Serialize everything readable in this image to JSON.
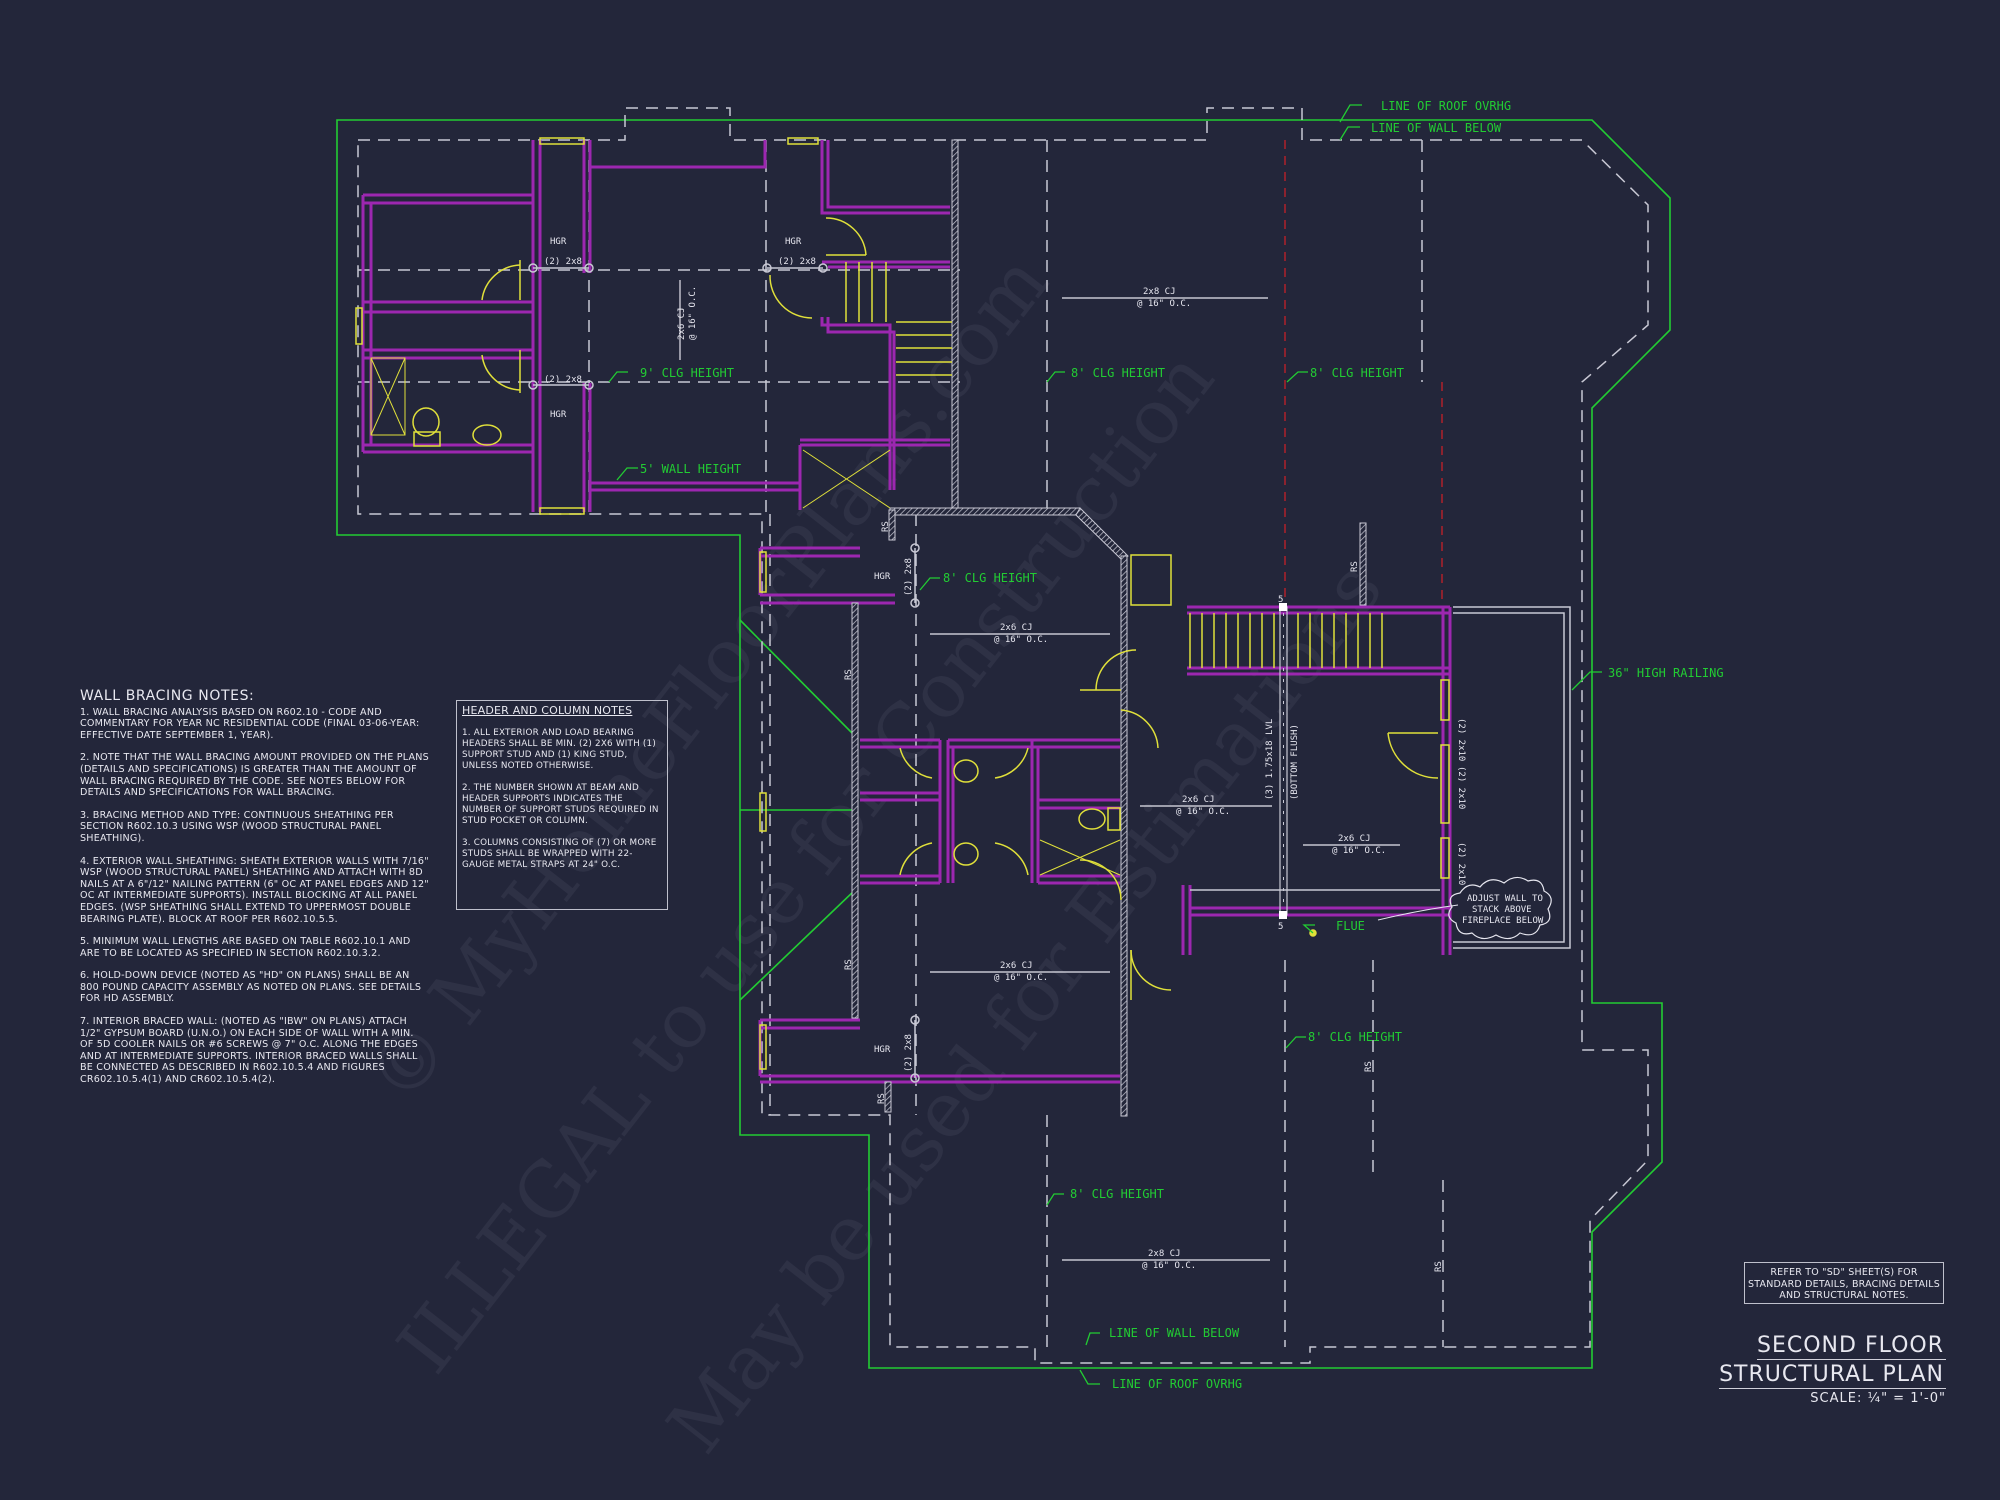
{
  "sheet": {
    "title_line1": "SECOND FLOOR",
    "title_line2": "STRUCTURAL PLAN",
    "scale": "SCALE: ¼\" = 1'-0\"",
    "background_color": "#23263a",
    "colors": {
      "walls": "#9c27b0",
      "fixtures": "#e0e03a",
      "annotations": "#22cc33",
      "dashed_lines": "#c8c8d4",
      "ridge_lines": "#b0202a"
    }
  },
  "refer_note": "REFER TO \"SD\" SHEET(S) FOR STANDARD DETAILS, BRACING DETAILS AND STRUCTURAL NOTES.",
  "wall_bracing_notes": {
    "title": "WALL BRACING NOTES:",
    "items": [
      "1. WALL BRACING ANALYSIS BASED ON R602.10 - CODE AND COMMENTARY FOR YEAR NC RESIDENTIAL CODE (FINAL 03-06-YEAR: EFFECTIVE DATE SEPTEMBER 1, YEAR).",
      "2. NOTE THAT THE WALL BRACING AMOUNT PROVIDED ON THE PLANS (DETAILS AND SPECIFICATIONS) IS GREATER THAN THE AMOUNT OF WALL BRACING REQUIRED BY THE CODE. SEE NOTES BELOW FOR DETAILS AND SPECIFICATIONS FOR WALL BRACING.",
      "3. BRACING METHOD AND TYPE: CONTINUOUS SHEATHING PER SECTION R602.10.3 USING WSP (WOOD STRUCTURAL PANEL SHEATHING).",
      "4. EXTERIOR WALL SHEATHING: SHEATH EXTERIOR WALLS WITH 7/16\" WSP (WOOD STRUCTURAL PANEL) SHEATHING AND ATTACH WITH 8d NAILS AT A 6\"/12\" NAILING PATTERN (6\" OC AT PANEL EDGES AND 12\" OC AT INTERMEDIATE SUPPORTS). INSTALL BLOCKING AT ALL PANEL EDGES. (WSP SHEATHING SHALL EXTEND TO UPPERMOST DOUBLE BEARING PLATE). BLOCK AT ROOF PER R602.10.5.5.",
      "5. MINIMUM WALL LENGTHS ARE BASED ON TABLE R602.10.1 AND ARE TO BE LOCATED AS SPECIFIED IN SECTION R602.10.3.2.",
      "6. HOLD-DOWN DEVICE (NOTED AS \"HD\" ON PLANS) SHALL BE AN 800 POUND CAPACITY ASSEMBLY AS NOTED ON PLANS. SEE DETAILS FOR HD ASSEMBLY.",
      "7. INTERIOR BRACED WALL: (NOTED AS \"IBW\" ON PLANS) ATTACH 1/2\" GYPSUM BOARD (U.N.O.) ON EACH SIDE OF WALL WITH A MIN. OF 5d COOLER NAILS OR #6 SCREWS @ 7\" O.C. ALONG THE EDGES AND AT INTERMEDIATE SUPPORTS. INTERIOR BRACED WALLS SHALL BE CONNECTED AS DESCRIBED IN R602.10.5.4 AND FIGURES CR602.10.5.4(1) AND CR602.10.5.4(2)."
    ]
  },
  "header_column_notes": {
    "title": "HEADER AND COLUMN NOTES",
    "items": [
      "1. ALL EXTERIOR AND LOAD BEARING HEADERS SHALL BE MIN. (2) 2x6 WITH (1) SUPPORT STUD AND (1) KING STUD, UNLESS NOTED OTHERWISE.",
      "2. THE NUMBER SHOWN AT BEAM AND HEADER SUPPORTS INDICATES THE NUMBER OF SUPPORT STUDS REQUIRED IN STUD POCKET OR COLUMN.",
      "3. COLUMNS CONSISTING OF (7) OR MORE STUDS SHALL BE WRAPPED WITH 22-GAUGE METAL STRAPS AT 24\" O.C."
    ]
  },
  "plan_labels": {
    "roof_overhang_top": "LINE OF ROOF OVRHG",
    "wall_below_top": "LINE OF WALL BELOW",
    "roof_overhang_bottom": "LINE OF ROOF OVRHG",
    "wall_below_bottom": "LINE OF WALL BELOW",
    "railing": "36\" HIGH RAILING",
    "flue": "FLUE",
    "ceiling_9": "9' CLG HEIGHT",
    "wall_5": "5' WALL HEIGHT",
    "ceiling_8_a": "8' CLG HEIGHT",
    "ceiling_8_b": "8' CLG HEIGHT",
    "ceiling_8_c": "8' CLG HEIGHT",
    "ceiling_8_d": "8' CLG HEIGHT",
    "ceiling_8_e": "8' CLG HEIGHT",
    "ceiling_8_f": "8' CLG HEIGHT",
    "cloud_line1": "ADJUST WALL TO",
    "cloud_line2": "STACK ABOVE",
    "cloud_line3": "FIREPLACE BELOW",
    "beam_lvl": "(3) 1.75x18 LVL",
    "beam_flush": "(BOTTOM FLUSH)",
    "stud_count_top": "5",
    "stud_count_bottom": "5",
    "hgr": "HGR",
    "header_2x8": "(2) 2x8",
    "header_2x10": "(2) 2x10",
    "rs": "RS",
    "cj_2x8": "2x8 CJ",
    "cj_2x6": "2x6 CJ",
    "cj_spacing": "@ 16\" O.C."
  },
  "watermarks": [
    "© MyHomeFloorPlans.com",
    "ILLEGAL to use for Construction",
    "May be used for Estimations"
  ]
}
